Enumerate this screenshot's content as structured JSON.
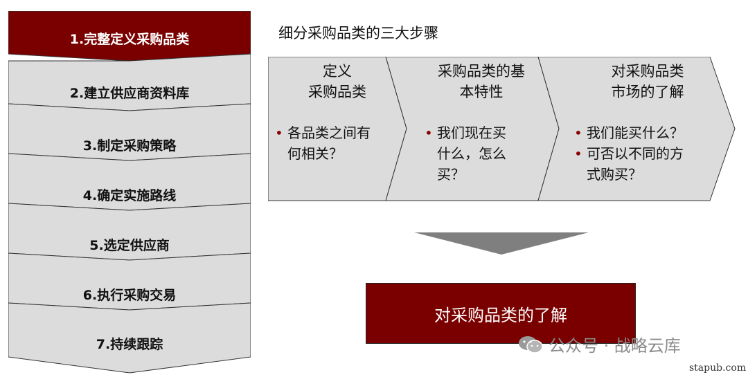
{
  "steps": [
    {
      "label": "1.完整定义采购品类",
      "active": true
    },
    {
      "label": "2.建立供应商资料库",
      "active": false
    },
    {
      "label": "3.制定采购策略",
      "active": false
    },
    {
      "label": "4.确定实施路线",
      "active": false
    },
    {
      "label": "5.选定供应商",
      "active": false
    },
    {
      "label": "6.执行采购交易",
      "active": false
    },
    {
      "label": "7.持续跟踪",
      "active": false
    }
  ],
  "heading": "细分采购品类的三大步骤",
  "sections": [
    {
      "title": "定义\n采购品类",
      "bullets": [
        "各品类之间有\n何相关？"
      ]
    },
    {
      "title": "采购品类的基\n本特性",
      "bullets": [
        "我们现在买\n什么，怎么\n买？"
      ]
    },
    {
      "title": "对采购品类\n市场的了解",
      "bullets": [
        "我们能买什么？",
        "可否以不同的方\n式购买？"
      ]
    }
  ],
  "result": "对采购品类的了解",
  "watermark": "公众号 · 战略云库",
  "site": "stapub.com",
  "colors": {
    "accent": "#7a0000",
    "chevron_fill": "#dcdcdc",
    "arrow_fill": "#7f7f7f"
  }
}
